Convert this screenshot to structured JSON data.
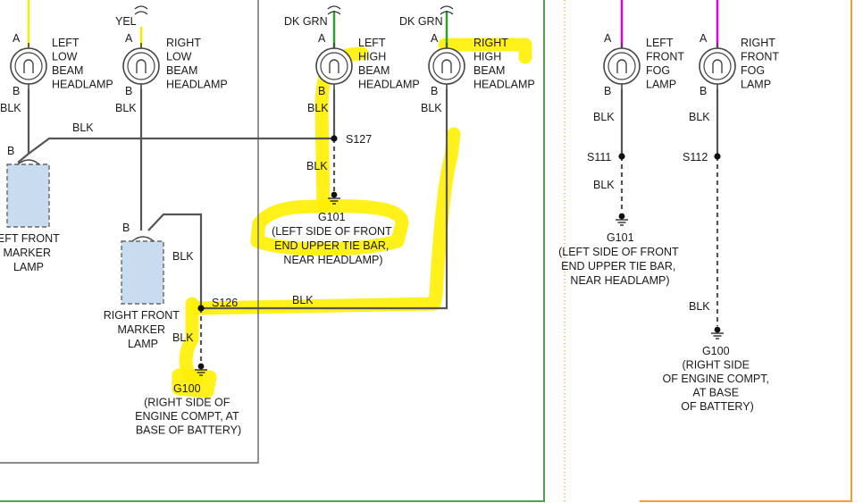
{
  "wire_labels": {
    "yel": "YEL",
    "dk_grn": "DK GRN",
    "blk": "BLK"
  },
  "pin_labels": {
    "a": "A",
    "b": "B"
  },
  "lamps": {
    "left_low": [
      "LEFT",
      "LOW",
      "BEAM",
      "HEADLAMP"
    ],
    "right_low": [
      "RIGHT",
      "LOW",
      "BEAM",
      "HEADLAMP"
    ],
    "left_high": [
      "LEFT",
      "HIGH",
      "BEAM",
      "HEADLAMP"
    ],
    "right_high": [
      "RIGHT",
      "HIGH",
      "BEAM",
      "HEADLAMP"
    ],
    "left_fog": [
      "LEFT",
      "FRONT",
      "FOG",
      "LAMP"
    ],
    "right_fog": [
      "RIGHT",
      "FRONT",
      "FOG",
      "LAMP"
    ]
  },
  "markers": {
    "left": [
      "LEFT FRONT",
      "MARKER",
      "LAMP"
    ],
    "right": [
      "RIGHT FRONT",
      "MARKER",
      "LAMP"
    ]
  },
  "splices": {
    "s127": "S127",
    "s126": "S126",
    "s111": "S111",
    "s112": "S112"
  },
  "grounds": {
    "g101": [
      "G101",
      "(LEFT SIDE OF FRONT",
      "END UPPER TIE BAR,",
      "NEAR HEADLAMP)"
    ],
    "g100_left": [
      "G100",
      "(RIGHT SIDE OF",
      "ENGINE COMPT, AT",
      "BASE OF BATTERY)"
    ],
    "g101_fog": [
      "G101",
      "(LEFT SIDE OF FRONT",
      "END UPPER TIE BAR,",
      "NEAR HEADLAMP)"
    ],
    "g100_fog": [
      "G100",
      "(RIGHT SIDE",
      "OF ENGINE COMPT,",
      "AT BASE",
      "OF BATTERY)"
    ]
  },
  "colors": {
    "highlight": "#ffef00",
    "wire_black": "#555555",
    "wire_yellow": "#ffe800",
    "wire_green": "#2e9e2e",
    "wire_magenta": "#e000d8",
    "border_green": "#2e9e2e",
    "border_orange": "#ff8c1a"
  }
}
